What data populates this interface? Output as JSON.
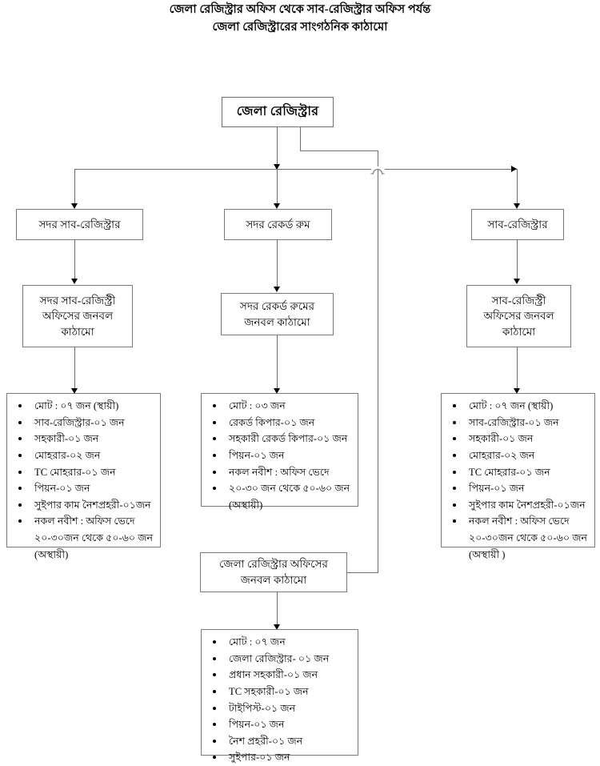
{
  "title": {
    "line1": "জেলা রেজিস্ট্রার অফিস থেকে সাব-রেজিস্ট্রার অফিস পর্যন্ত",
    "line2": "জেলা রেজিস্ট্রারের সাংগঠনিক কাঠামো"
  },
  "root": {
    "label": "জেলা রেজিস্ট্রার"
  },
  "level1": [
    {
      "label": "সদর সাব-রেজিস্ট্রার"
    },
    {
      "label": "সদর রেকর্ড রুম"
    },
    {
      "label": "সাব-রেজিস্ট্রার"
    }
  ],
  "level2": [
    {
      "line1": "সদর সাব-রেজিস্ট্রী",
      "line2": "অফিসের জনবল",
      "line3": "কাঠামো"
    },
    {
      "line1": "সদর রেকর্ড রুমের",
      "line2": "জনবল কাঠামো",
      "line3": ""
    },
    {
      "line1": "সাব-রেজিস্ট্রী",
      "line2": "অফিসের জনবল",
      "line3": "কাঠামো"
    }
  ],
  "lists": {
    "sadar_sub_registry": [
      {
        "text": "মোট : ০৭ জন (স্থায়ী)",
        "cont": false
      },
      {
        "text": "সাব-রেজিস্ট্রার-০১ জন",
        "cont": false
      },
      {
        "text": "সহকারী-০১ জন",
        "cont": false
      },
      {
        "text": "মোহরার-০২ জন",
        "cont": false
      },
      {
        "text": "TC মোহরার-০১ জন",
        "cont": false
      },
      {
        "text": "পিয়ন-০১ জন",
        "cont": false
      },
      {
        "text": "সুইপার কাম নৈশপ্রহরী-০১জন",
        "cont": false
      },
      {
        "text": "নকল নবীশ : অফিস ভেদে",
        "cont": false
      },
      {
        "text": "২০-৩০জন থেকে ৫০-৬০ জন",
        "cont": true
      },
      {
        "text": "(অস্থায়ী)",
        "cont": true
      }
    ],
    "sadar_record_room": [
      {
        "text": "মোট : ০৩ জন",
        "cont": false
      },
      {
        "text": "রেকর্ড কিপার-০১ জন",
        "cont": false
      },
      {
        "text": "সহকারী রেকর্ড কিপার-০১ জন",
        "cont": false
      },
      {
        "text": "পিয়ন-০১ জন",
        "cont": false
      },
      {
        "text": "নকল নবীশ : অফিস ভেদে",
        "cont": false
      },
      {
        "text": "২০-৩০ জন থেকে ৫০-৬০ জন",
        "cont": false
      },
      {
        "text": "(অস্থায়ী)",
        "cont": true
      }
    ],
    "sub_registry": [
      {
        "text": "মোট : ০৭ জন (স্থায়ী)",
        "cont": false
      },
      {
        "text": "সাব-রেজিস্ট্রার-০১ জন",
        "cont": false
      },
      {
        "text": "সহকারী-০১ জন",
        "cont": false
      },
      {
        "text": "মোহরার-০২ জন",
        "cont": false
      },
      {
        "text": "TC মোহরার-০১ জন",
        "cont": false
      },
      {
        "text": "পিয়ন-০১ জন",
        "cont": false
      },
      {
        "text": "সুইপার কাম নৈশপ্রহরী-০১জন",
        "cont": false
      },
      {
        "text": "নকল নবীশ : অফিস ভেদে",
        "cont": false
      },
      {
        "text": "২০-৩০জন থেকে ৫০-৬০ জন",
        "cont": true
      },
      {
        "text": "(অস্থায়ী )",
        "cont": true
      }
    ],
    "district_registrar_office": [
      {
        "text": "মোট : ০৭ জন",
        "cont": false
      },
      {
        "text": "জেলা রেজিস্ট্রার- ০১ জন",
        "cont": false
      },
      {
        "text": "প্রধান সহকারী-০১ জন",
        "cont": false
      },
      {
        "text": "TC সহকারী-০১ জন",
        "cont": false
      },
      {
        "text": "টাইপিস্ট-০১ জন",
        "cont": false
      },
      {
        "text": "পিয়ন-০১ জন",
        "cont": false
      },
      {
        "text": "নৈশ প্রহরী-০১ জন",
        "cont": false
      },
      {
        "text": "সুইপার-০১ জন",
        "cont": false
      }
    ]
  },
  "dr_office_box": {
    "line1": "জেলা রেজিস্ট্রার অফিসের",
    "line2": "জনবল কাঠামো"
  },
  "colors": {
    "line": "#6d6d6d",
    "border": "#7a7a7a",
    "text": "#000000",
    "background": "#ffffff"
  }
}
